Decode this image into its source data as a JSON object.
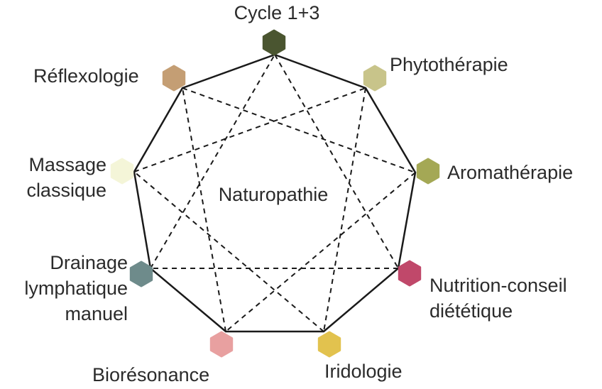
{
  "center_label": "Naturopathie",
  "nodes": [
    {
      "label": "Cycle 1+3",
      "color": "#4a5530"
    },
    {
      "label": "Phytothérapie",
      "color": "#c8c48a"
    },
    {
      "label": "Aromathérapie",
      "color": "#a4a855"
    },
    {
      "label": "Nutrition-conseil diététique",
      "line1": "Nutrition-conseil",
      "line2": "diététique",
      "color": "#c0486a"
    },
    {
      "label": "Iridologie",
      "color": "#e2c24e"
    },
    {
      "label": "Biorésonance",
      "color": "#e8a0a0"
    },
    {
      "label": "Drainage lymphatique manuel",
      "line1": "Drainage",
      "line2": "lymphatique",
      "line3": "manuel",
      "color": "#6e8b8b"
    },
    {
      "label": "Massage classique",
      "line1": "Massage",
      "line2": "classique",
      "color": "#f4f5d8"
    },
    {
      "label": "Réflexologie",
      "color": "#c49e74"
    }
  ]
}
